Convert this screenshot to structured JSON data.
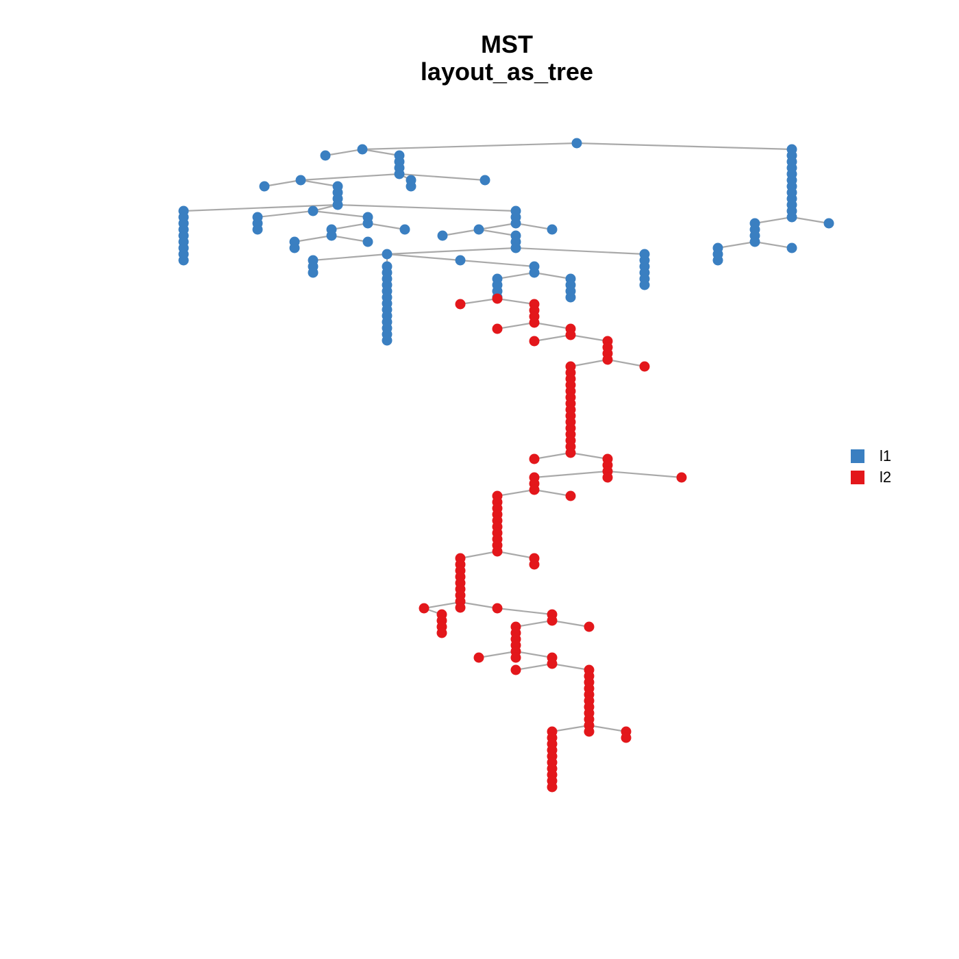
{
  "title": "MST",
  "subtitle": "layout_as_tree",
  "colors": {
    "l1": "#3a7fc1",
    "l2": "#e3171b",
    "edge": "#a9a9a9"
  },
  "legend": [
    {
      "label": "l1",
      "color": "#3a7fc1"
    },
    {
      "label": "l2",
      "color": "#e3171b"
    }
  ],
  "chart_data": {
    "type": "network-tree",
    "layout": "layout_as_tree",
    "groups": [
      "l1",
      "l2"
    ],
    "node_counts": {
      "l1": 99,
      "l2": 101
    }
  }
}
